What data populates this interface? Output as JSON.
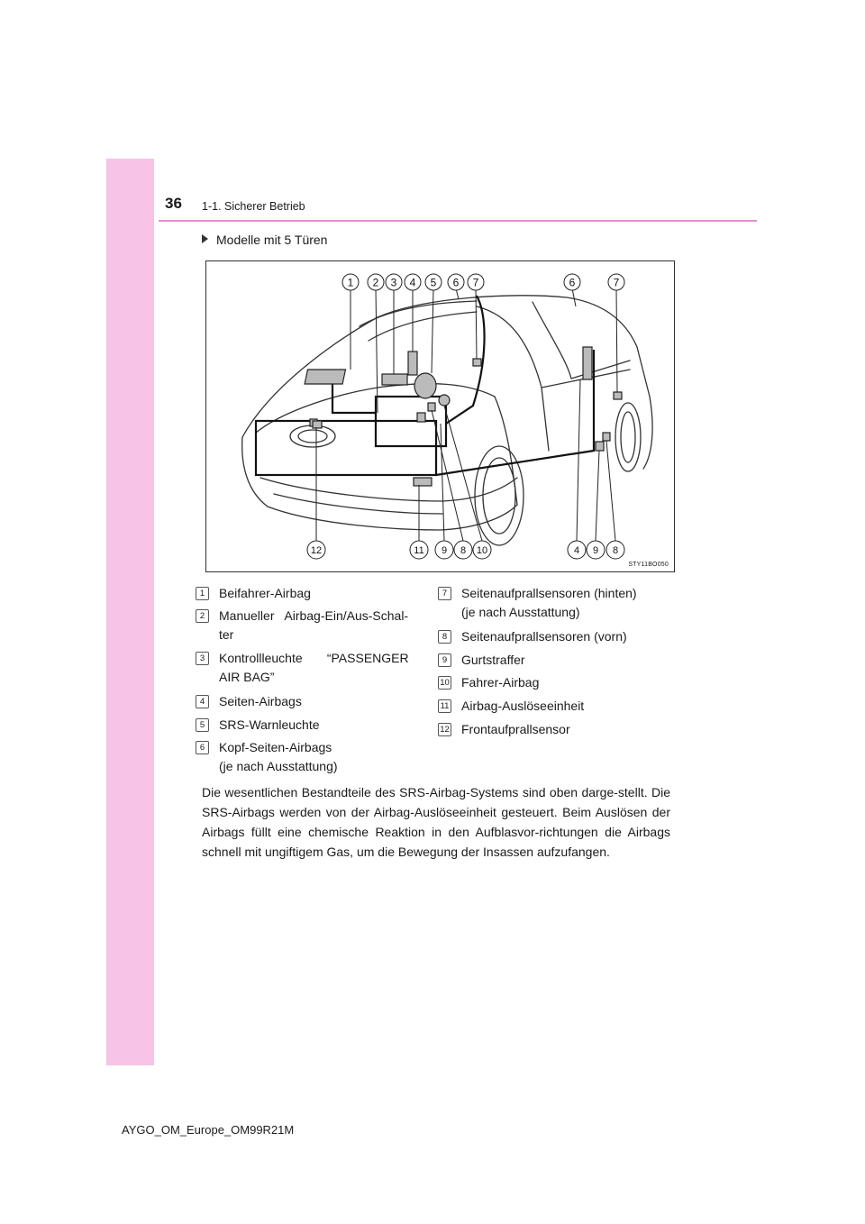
{
  "header": {
    "page_number": "36",
    "section": "1-1. Sicherer Betrieb"
  },
  "subheading": "Modelle mit 5 Türen",
  "figure": {
    "code": "STY11BO050",
    "top_callouts": [
      "1",
      "2",
      "3",
      "4",
      "5",
      "6",
      "7",
      "6",
      "7"
    ],
    "bottom_callouts": [
      "12",
      "11",
      "9",
      "8",
      "10",
      "4",
      "9",
      "8"
    ]
  },
  "legend": [
    {
      "num": "1",
      "line1": "Beifahrer-Airbag",
      "line2": ""
    },
    {
      "num": "2",
      "line1": "Manueller   Airbag-Ein/Aus-Schal-",
      "line2": "ter"
    },
    {
      "num": "3",
      "line1": "Kontrollleuchte       “PASSENGER",
      "line2": "AIR BAG”"
    },
    {
      "num": "4",
      "line1": "Seiten-Airbags",
      "line2": ""
    },
    {
      "num": "5",
      "line1": "SRS-Warnleuchte",
      "line2": ""
    },
    {
      "num": "6",
      "line1": "Kopf-Seiten-Airbags",
      "line2": "(je nach Ausstattung)"
    },
    {
      "num": "7",
      "line1": "Seitenaufprallsensoren (hinten)",
      "line2": "(je nach Ausstattung)"
    },
    {
      "num": "8",
      "line1": "Seitenaufprallsensoren (vorn)",
      "line2": ""
    },
    {
      "num": "9",
      "line1": "Gurtstraffer",
      "line2": ""
    },
    {
      "num": "10",
      "line1": "Fahrer-Airbag",
      "line2": ""
    },
    {
      "num": "11",
      "line1": "Airbag-Auslöseeinheit",
      "line2": ""
    },
    {
      "num": "12",
      "line1": "Frontaufprallsensor",
      "line2": ""
    }
  ],
  "body_text": "Die wesentlichen Bestandteile des SRS-Airbag-Systems sind oben darge-stellt. Die SRS-Airbags werden von der Airbag-Auslöseeinheit gesteuert. Beim Auslösen der Airbags füllt eine chemische Reaktion in den Aufblasvor-richtungen die Airbags schnell mit ungiftigem Gas, um die Bewegung der Insassen aufzufangen.",
  "footer": "AYGO_OM_Europe_OM99R21M"
}
